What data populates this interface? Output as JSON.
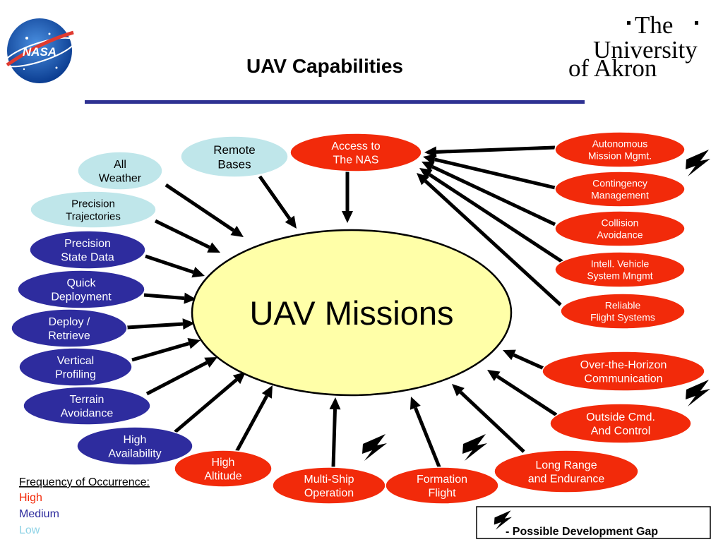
{
  "slide": {
    "title": "UAV Capabilities",
    "logo_left": "NASA",
    "logo_right": {
      "line1": "The",
      "line2": "University",
      "line3": "of Akron"
    },
    "accent_rule_color": "#2e3192"
  },
  "center": {
    "label": "UAV Missions",
    "fill": "#ffffa8"
  },
  "colors": {
    "low": "#bfe6ea",
    "medium": "#2e2c9e",
    "high": "#f22a0a",
    "edge": "#000000"
  },
  "nodes": [
    {
      "id": "all-weather",
      "lines": [
        "All",
        "Weather"
      ],
      "freq": "low"
    },
    {
      "id": "remote-bases",
      "lines": [
        "Remote",
        "Bases"
      ],
      "freq": "low"
    },
    {
      "id": "access-nas",
      "lines": [
        "Access to",
        "The NAS"
      ],
      "freq": "high"
    },
    {
      "id": "precision-trajectories",
      "lines": [
        "Precision",
        "Trajectories"
      ],
      "freq": "low"
    },
    {
      "id": "precision-state-data",
      "lines": [
        "Precision",
        "State Data"
      ],
      "freq": "medium"
    },
    {
      "id": "quick-deployment",
      "lines": [
        "Quick",
        "Deployment"
      ],
      "freq": "medium"
    },
    {
      "id": "deploy-retrieve",
      "lines": [
        "Deploy /",
        "Retrieve"
      ],
      "freq": "medium"
    },
    {
      "id": "vertical-profiling",
      "lines": [
        "Vertical",
        "Profiling"
      ],
      "freq": "medium"
    },
    {
      "id": "terrain-avoidance",
      "lines": [
        "Terrain",
        "Avoidance"
      ],
      "freq": "medium"
    },
    {
      "id": "high-availability",
      "lines": [
        "High",
        "Availability"
      ],
      "freq": "medium"
    },
    {
      "id": "high-altitude",
      "lines": [
        "High",
        "Altitude"
      ],
      "freq": "high"
    },
    {
      "id": "multi-ship",
      "lines": [
        "Multi-Ship",
        "Operation"
      ],
      "freq": "high",
      "gap": true
    },
    {
      "id": "formation-flight",
      "lines": [
        "Formation",
        "Flight"
      ],
      "freq": "high",
      "gap": true
    },
    {
      "id": "long-range",
      "lines": [
        "Long Range",
        "and Endurance"
      ],
      "freq": "high"
    },
    {
      "id": "outside-cmd",
      "lines": [
        "Outside Cmd.",
        "And Control"
      ],
      "freq": "high",
      "gap": true
    },
    {
      "id": "over-horizon",
      "lines": [
        "Over-the-Horizon",
        "Communication"
      ],
      "freq": "high"
    },
    {
      "id": "autonomous-mission",
      "lines": [
        "Autonomous",
        "Mission Mgmt."
      ],
      "freq": "high",
      "target": "access-nas"
    },
    {
      "id": "contingency-mgmt",
      "lines": [
        "Contingency",
        "Management"
      ],
      "freq": "high",
      "target": "access-nas",
      "gap": true
    },
    {
      "id": "collision-avoidance",
      "lines": [
        "Collision",
        "Avoidance"
      ],
      "freq": "high",
      "target": "access-nas"
    },
    {
      "id": "intell-vehicle",
      "lines": [
        "Intell. Vehicle",
        "System Mngmt"
      ],
      "freq": "high",
      "target": "access-nas"
    },
    {
      "id": "reliable-flight",
      "lines": [
        "Reliable",
        "Flight Systems"
      ],
      "freq": "high",
      "target": "access-nas"
    }
  ],
  "legend": {
    "heading": "Frequency of Occurrence:",
    "items": [
      {
        "label": "High",
        "color": "#f22a0a"
      },
      {
        "label": "Medium",
        "color": "#2e2c9e"
      },
      {
        "label": "Low",
        "color": "#8fd3e6"
      }
    ]
  },
  "gap_legend": {
    "label": "- Possible Development Gap"
  }
}
